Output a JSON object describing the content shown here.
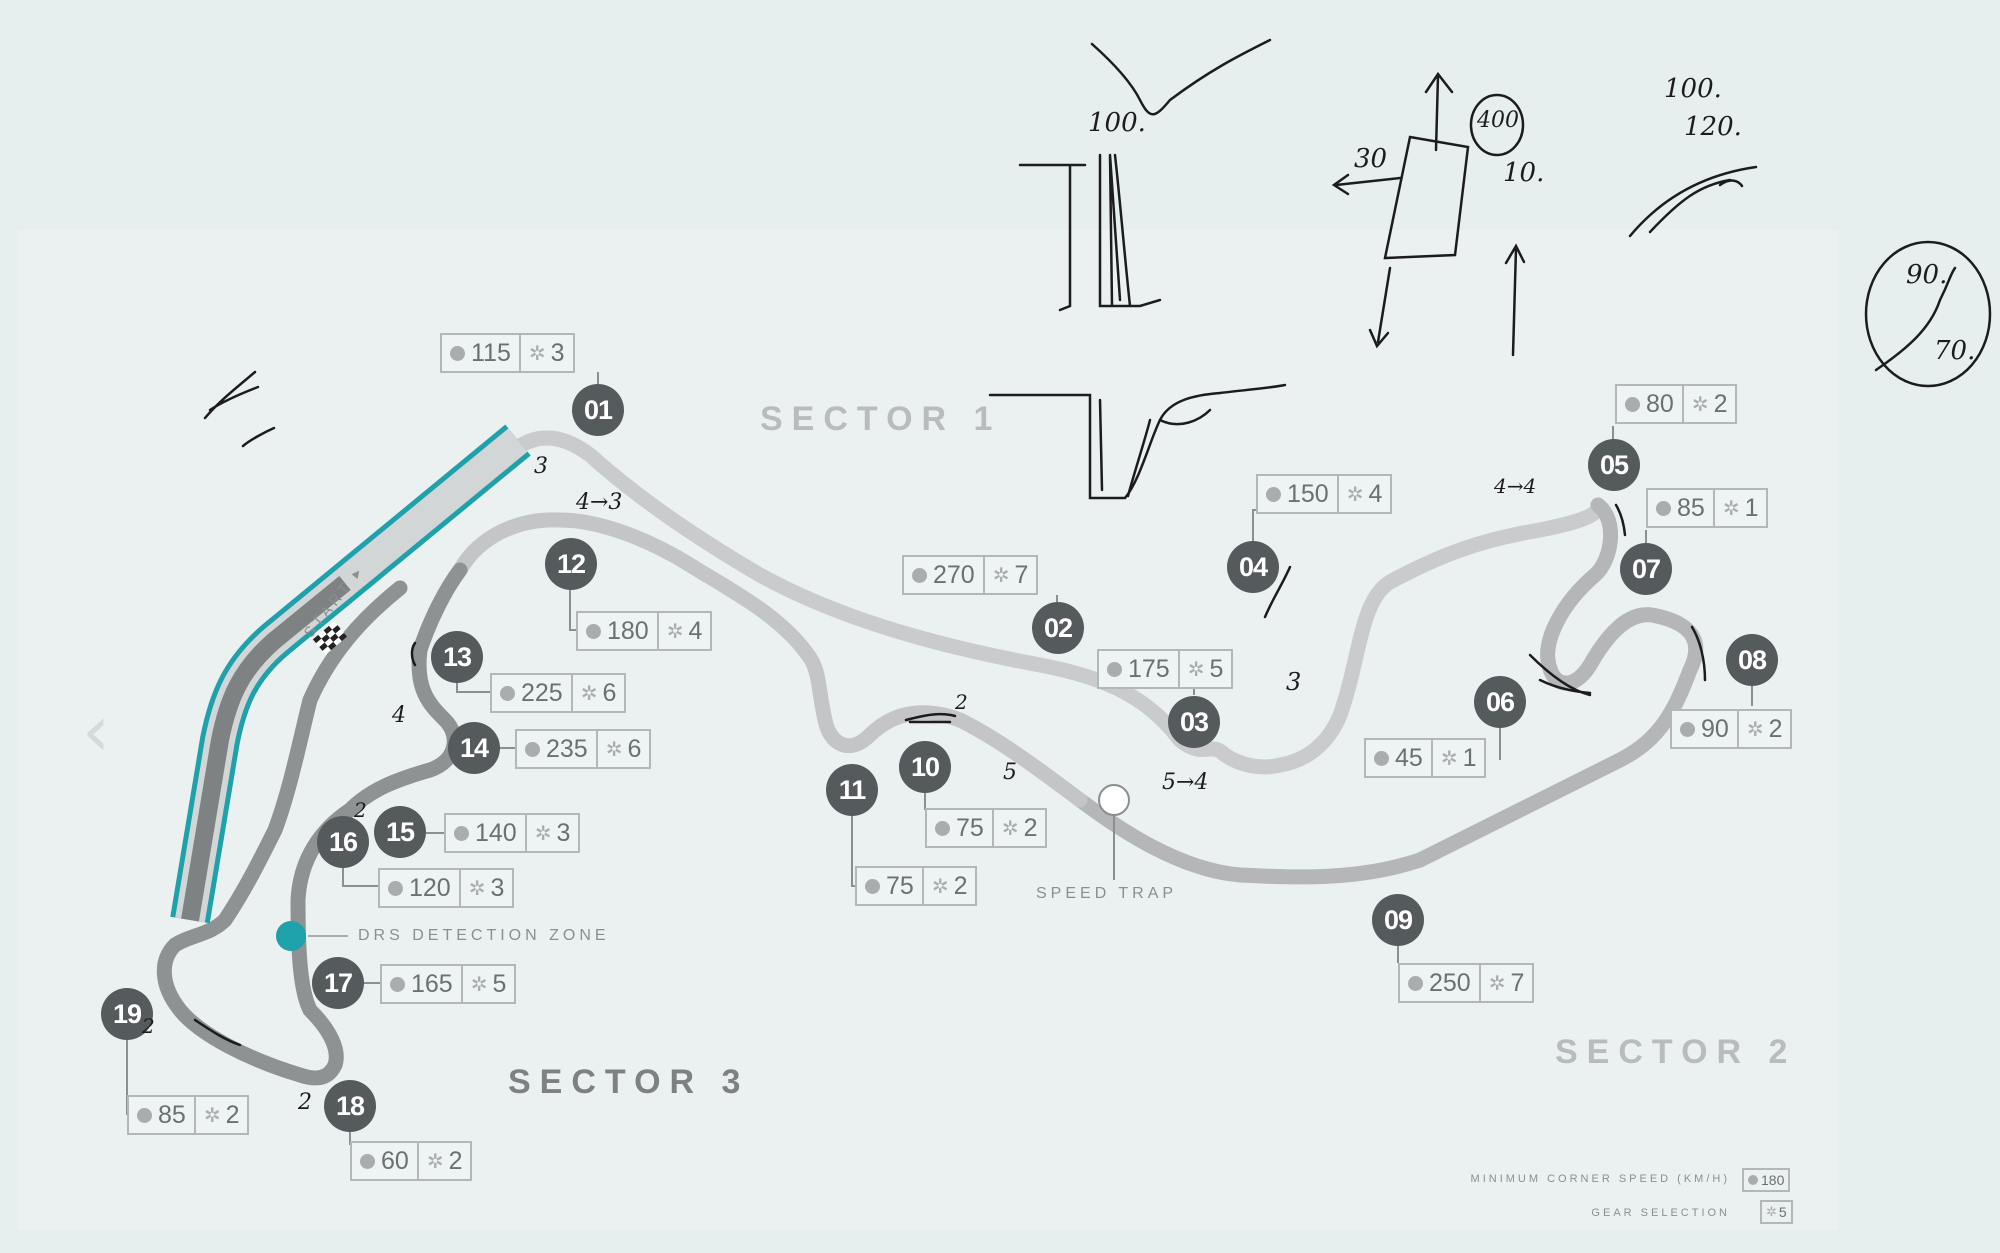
{
  "track": {
    "sectors": {
      "sector1": "SECTOR 1",
      "sector2": "SECTOR 2",
      "sector3": "SECTOR 3"
    },
    "start_label": "START",
    "speed_trap_label": "SPEED TRAP",
    "drs_label": "DRS DETECTION ZONE",
    "colors": {
      "track_light": "#c9cbcc",
      "track_mid": "#a9abac",
      "track_dark": "#7f8283",
      "drs": "#1fa1ab",
      "badge": "#555a5c"
    },
    "turns": [
      {
        "number": "01",
        "speed": "115",
        "gear": "3"
      },
      {
        "number": "02",
        "speed": "270",
        "gear": "7"
      },
      {
        "number": "03",
        "speed": "175",
        "gear": "5"
      },
      {
        "number": "04",
        "speed": "150",
        "gear": "4"
      },
      {
        "number": "05",
        "speed": "80",
        "gear": "2"
      },
      {
        "number": "06",
        "speed": "45",
        "gear": "1"
      },
      {
        "number": "07",
        "speed": "85",
        "gear": "1"
      },
      {
        "number": "08",
        "speed": "90",
        "gear": "2"
      },
      {
        "number": "09",
        "speed": "250",
        "gear": "7"
      },
      {
        "number": "10",
        "speed": "75",
        "gear": "2"
      },
      {
        "number": "11",
        "speed": "75",
        "gear": "2"
      },
      {
        "number": "12",
        "speed": "180",
        "gear": "4"
      },
      {
        "number": "13",
        "speed": "225",
        "gear": "6"
      },
      {
        "number": "14",
        "speed": "235",
        "gear": "6"
      },
      {
        "number": "15",
        "speed": "140",
        "gear": "3"
      },
      {
        "number": "16",
        "speed": "120",
        "gear": "3"
      },
      {
        "number": "17",
        "speed": "165",
        "gear": "5"
      },
      {
        "number": "18",
        "speed": "60",
        "gear": "2"
      },
      {
        "number": "19",
        "speed": "85",
        "gear": "2"
      }
    ],
    "legend": {
      "speed_label": "MINIMUM CORNER SPEED (KM/H)",
      "speed_example": "180",
      "gear_label": "GEAR SELECTION",
      "gear_example": "5"
    },
    "nav": {
      "prev_icon": "chevron-left-icon",
      "next_icon": "chevron-right-icon",
      "prev": "‹",
      "next": "›"
    }
  },
  "handwritten_notes": {
    "top_100": "100.",
    "lateral_30": "30",
    "circled_value": "400",
    "value_10": "10.",
    "value_100_120_a": "100.",
    "value_100_120_b": "120.",
    "circled_90": "90.",
    "circled_70": "70.",
    "corner_3_t1": "3",
    "corner_4_3": "4→3",
    "corner_2_t10": "2",
    "corner_5_a": "5",
    "corner_5_4": "5→4",
    "corner_3_t4": "3",
    "corner_4_t5": "4→4",
    "corner_4_t13": "4",
    "corner_2_t15": "2",
    "corner_2_t19": "2",
    "corner_2_t18": "2"
  }
}
